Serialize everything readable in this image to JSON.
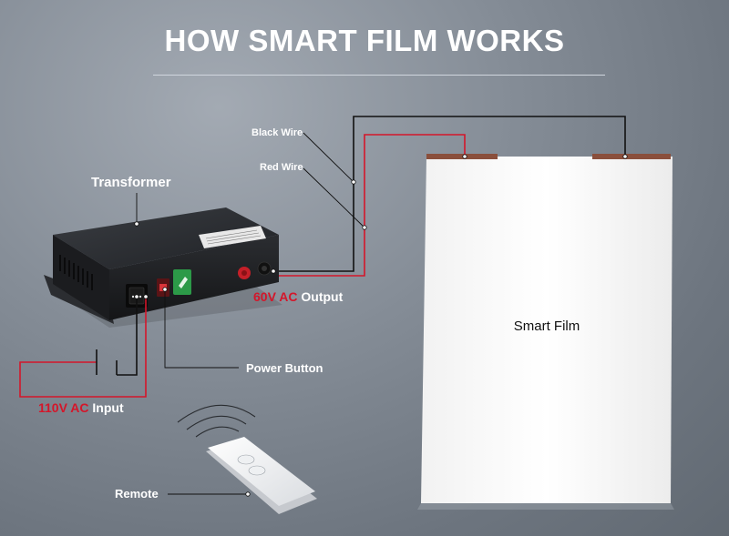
{
  "title": "HOW SMART FILM WORKS",
  "labels": {
    "black_wire": "Black Wire",
    "red_wire": "Red Wire",
    "transformer": "Transformer",
    "output_voltage": "60V AC",
    "output_word": "Output",
    "input_voltage": "110V AC",
    "input_word": "Input",
    "power_button": "Power Button",
    "remote": "Remote",
    "smart_film": "Smart Film"
  },
  "colors": {
    "red_wire": "#d4162a",
    "black_wire": "#111111",
    "accent_text": "#d4162a"
  }
}
